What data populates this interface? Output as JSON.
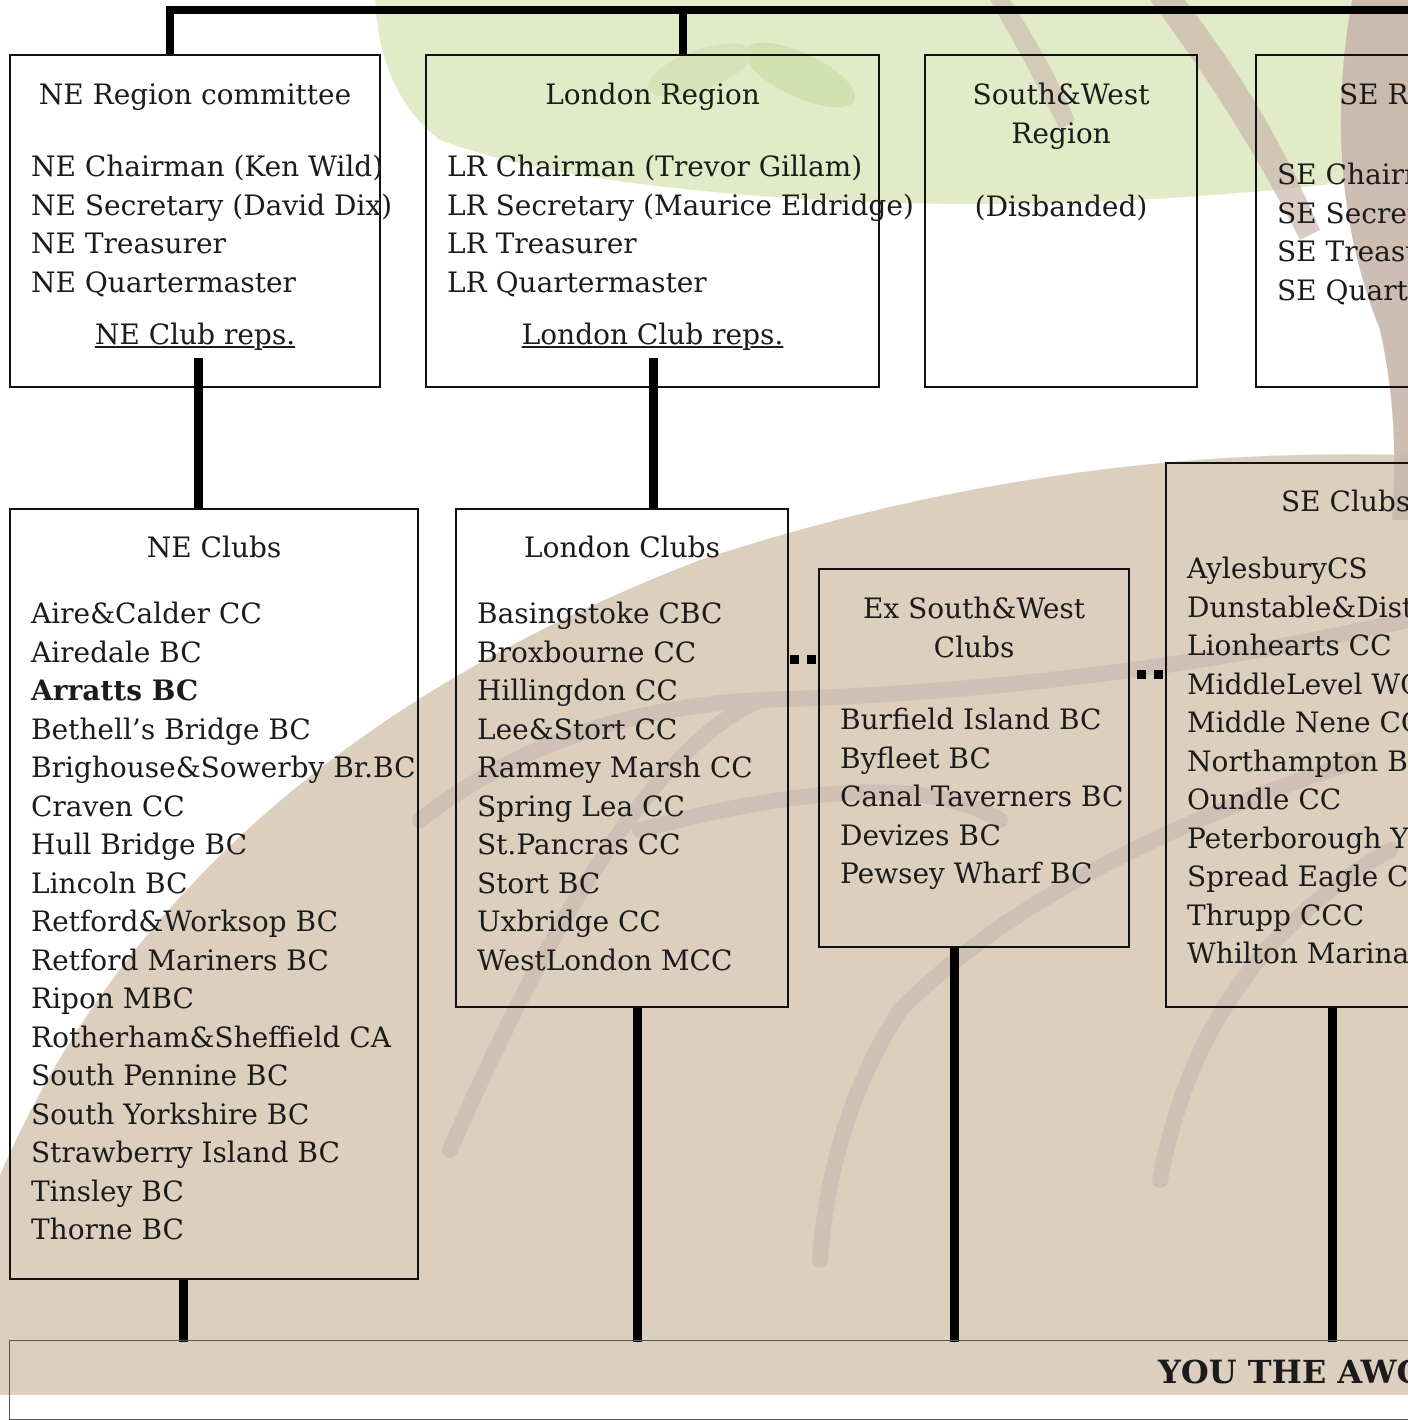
{
  "ne_region": {
    "title": "NE Region committee",
    "members": [
      "NE Chairman (Ken Wild)",
      "NE Secretary (David Dix)",
      "NE Treasurer",
      "NE Quartermaster"
    ],
    "reps_link": "NE Club reps."
  },
  "london_region": {
    "title": "London Region",
    "members": [
      "LR Chairman (Trevor Gillam)",
      "LR Secretary (Maurice Eldridge)",
      "LR Treasurer",
      "LR Quartermaster"
    ],
    "reps_link": "London Club reps."
  },
  "sw_region": {
    "title_lines": [
      "South&West",
      "Region"
    ],
    "status": "(Disbanded)"
  },
  "se_region": {
    "title": "SE Re",
    "members": [
      "SE Chairm",
      "SE Secreta",
      "SE Treasur",
      "SE Quarte"
    ]
  },
  "ne_clubs": {
    "title": "NE Clubs",
    "clubs": [
      "Aire&Calder CC",
      "Airedale BC",
      "Arratts BC",
      "Bethell’s Bridge BC",
      "Brighouse&Sowerby Br.BC",
      "Craven CC",
      "Hull Bridge BC",
      "Lincoln BC",
      "Retford&Worksop BC",
      "Retford Mariners BC",
      "Ripon MBC",
      "Rotherham&Sheffield CA",
      "South Pennine BC",
      "South Yorkshire BC",
      "Strawberry Island BC",
      "Tinsley BC",
      "Thorne BC"
    ]
  },
  "london_clubs": {
    "title": "London Clubs",
    "clubs": [
      "Basingstoke CBC",
      "Broxbourne CC",
      "Hillingdon CC",
      "Lee&Stort CC",
      "Rammey Marsh CC",
      "Spring Lea CC",
      "St.Pancras CC",
      "Stort BC",
      "Uxbridge CC",
      "WestLondon MCC"
    ]
  },
  "ex_sw_clubs": {
    "title_lines": [
      "Ex South&West",
      "Clubs"
    ],
    "clubs": [
      "Burfield Island BC",
      "Byfleet BC",
      "Canal Taverners BC",
      "Devizes BC",
      "Pewsey Wharf BC"
    ]
  },
  "se_clubs": {
    "title": "SE Clubs",
    "clubs": [
      "AylesburyCS",
      "Dunstable&Distr",
      "Lionhearts CC",
      "MiddleLevel WC",
      "Middle Nene CC",
      "Northampton BC",
      "Oundle CC",
      "Peterborough YC",
      "Spread Eagle CC",
      "Thrupp CCC",
      "Whilton Marina C"
    ]
  },
  "footer": {
    "text": "YOU THE AWC"
  },
  "colors": {
    "leaf": "#e2ebc7",
    "ground": "#dccfbe",
    "trunk": "#c9b6ab",
    "line": "#000000"
  }
}
